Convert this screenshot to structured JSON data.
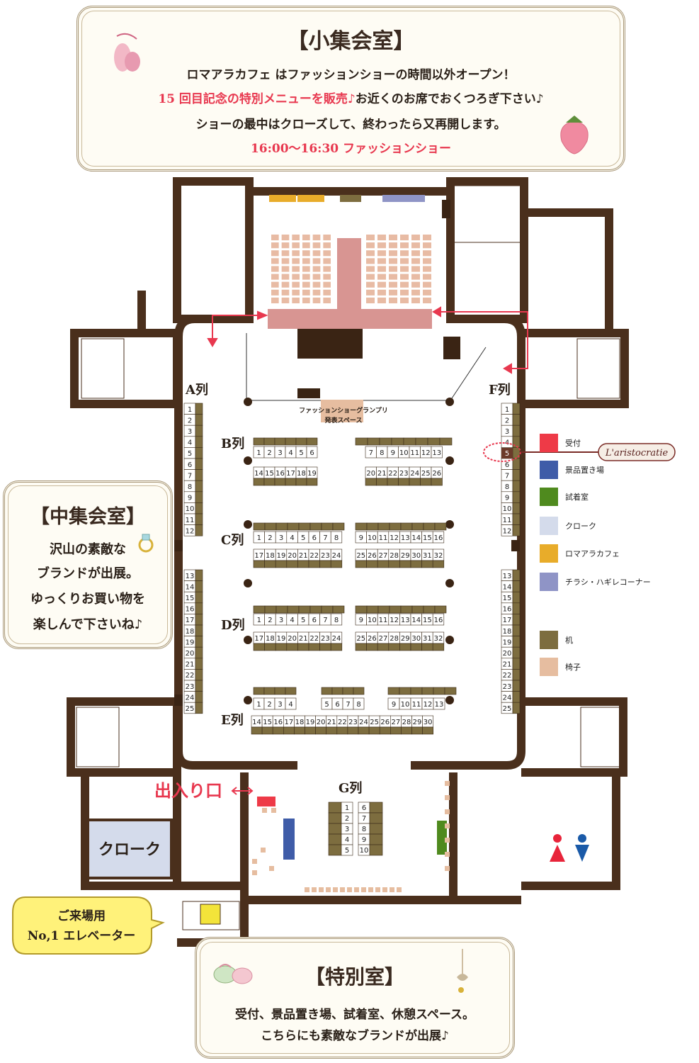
{
  "small_room": {
    "title": "【小集会室】",
    "line1": "ロマアラカフェ はファッションショーの時間以外オープン！",
    "line2_red": "15 回目記念の特別メニューを販売♪",
    "line2_rest": "お近くのお席でおくつろぎ下さい♪",
    "line3": "ショーの最中はクローズして、終わったら又再開します。",
    "line4": "16:00〜16:30 ファッションショー"
  },
  "middle_room": {
    "title": "【中集会室】",
    "line1": "沢山の素敵な",
    "line2": "ブランドが出展。",
    "line3": "ゆっくりお買い物を",
    "line4": "楽しんで下さいね♪"
  },
  "special_room": {
    "title": "【特別室】",
    "line1": "受付、景品置き場、試着室、休憩スペース。",
    "line2": "こちらにも素敵なブランドが出展♪"
  },
  "elevator_callout": {
    "line1": "ご来場用",
    "line2": "No,1 エレベーター"
  },
  "cloak_room_label": "クローク",
  "entrance_label": "出入り口",
  "grandprix_label1": "ファッションショーグランプリ",
  "grandprix_label2": "発表スペース",
  "brand_tag": "L'aristocratie",
  "row_labels": {
    "A": "A列",
    "B": "B列",
    "C": "C列",
    "D": "D列",
    "E": "E列",
    "F": "F列",
    "G": "G列"
  },
  "legend": [
    {
      "label": "受付",
      "color": "#ee3a47"
    },
    {
      "label": "景品置き場",
      "color": "#3f5ca8"
    },
    {
      "label": "試着室",
      "color": "#4f8a1e"
    },
    {
      "label": "クローク",
      "color": "#d4dbeb"
    },
    {
      "label": "ロマアラカフェ",
      "color": "#e8ac2a"
    },
    {
      "label": "チラシ・ハギレコーナー",
      "color": "#8f94c6"
    },
    {
      "label": "机",
      "color": "#7d6d3f"
    },
    {
      "label": "椅子",
      "color": "#e6bda0"
    }
  ],
  "colors": {
    "wall": "#4a2f1c",
    "desk": "#7d6d3f",
    "runway": "#d89592",
    "chair": "#e8bba4",
    "highlight": "#e8384f"
  }
}
